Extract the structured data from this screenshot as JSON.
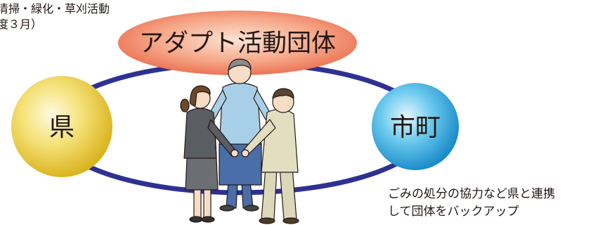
{
  "top_note": {
    "line1": "清掃・緑化・草刈活動",
    "line2": "度３月）"
  },
  "nodes": {
    "center": "アダプト活動団体",
    "left": "県",
    "right": "市町"
  },
  "bottom_note": {
    "line1": "ごみの処分の協力など県と連携",
    "line2": "して団体をバックアップ"
  },
  "colors": {
    "ring": "#2e3192",
    "center_ellipse": "#f08f6e",
    "left_circle": "#eed23a",
    "right_circle": "#23a6d8"
  }
}
